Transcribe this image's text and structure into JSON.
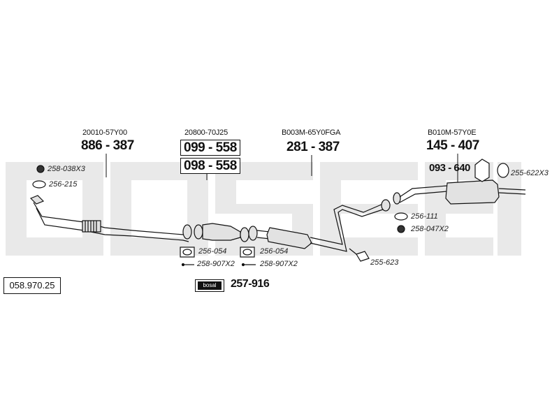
{
  "colors": {
    "watermark": "#e9e9e9",
    "ink": "#111111",
    "part_fill": "#e2e2e2"
  },
  "catalog_number": "058.970.25",
  "brand_logo_text": "bosal",
  "kit": {
    "number": "257-916"
  },
  "sections": [
    {
      "oem": "20010-57Y00",
      "bosal": "886 - 387"
    },
    {
      "oem": "20800-70J25",
      "bosal_boxed": [
        "099 - 558",
        "098 - 558"
      ]
    },
    {
      "oem": "B003M-65Y0FGA",
      "bosal": "281 - 387"
    },
    {
      "oem": "B010M-57Y0E",
      "bosal": "145 - 407",
      "mounting": "093 - 640"
    }
  ],
  "accessories": {
    "front_nut": "258-038X3",
    "front_ring": "256-215",
    "gasket_a": "256-054",
    "bolt_a": "258-907X2",
    "gasket_b": "256-054",
    "bolt_b": "258-907X2",
    "hanger_mid": "255-623",
    "ring_rear": "256-111",
    "nut_rear": "258-047X2",
    "clamp_rear": "255-622X3"
  }
}
